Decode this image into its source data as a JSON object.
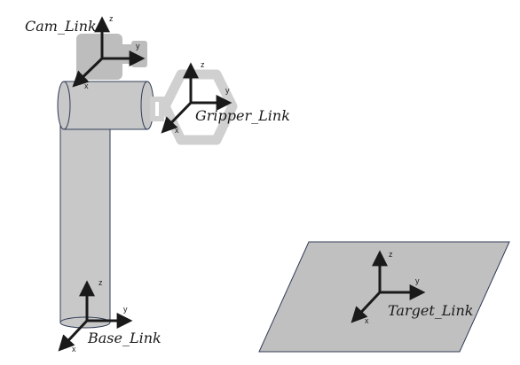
{
  "colors": {
    "link_fill": "#c8c8c8",
    "link_stroke": "#2f3b55",
    "gripper_fill": "#d0d0d0",
    "camera_fill": "#bdbdbd",
    "axis": "#1a1a1a",
    "target_fill": "#c0c0c0"
  },
  "axes": {
    "x": "x",
    "y": "y",
    "z": "z"
  },
  "frames": {
    "cam": {
      "label": "Cam_Link"
    },
    "gripper": {
      "label": "Gripper_Link"
    },
    "base": {
      "label": "Base_Link"
    },
    "target": {
      "label": "Target_Link"
    }
  }
}
